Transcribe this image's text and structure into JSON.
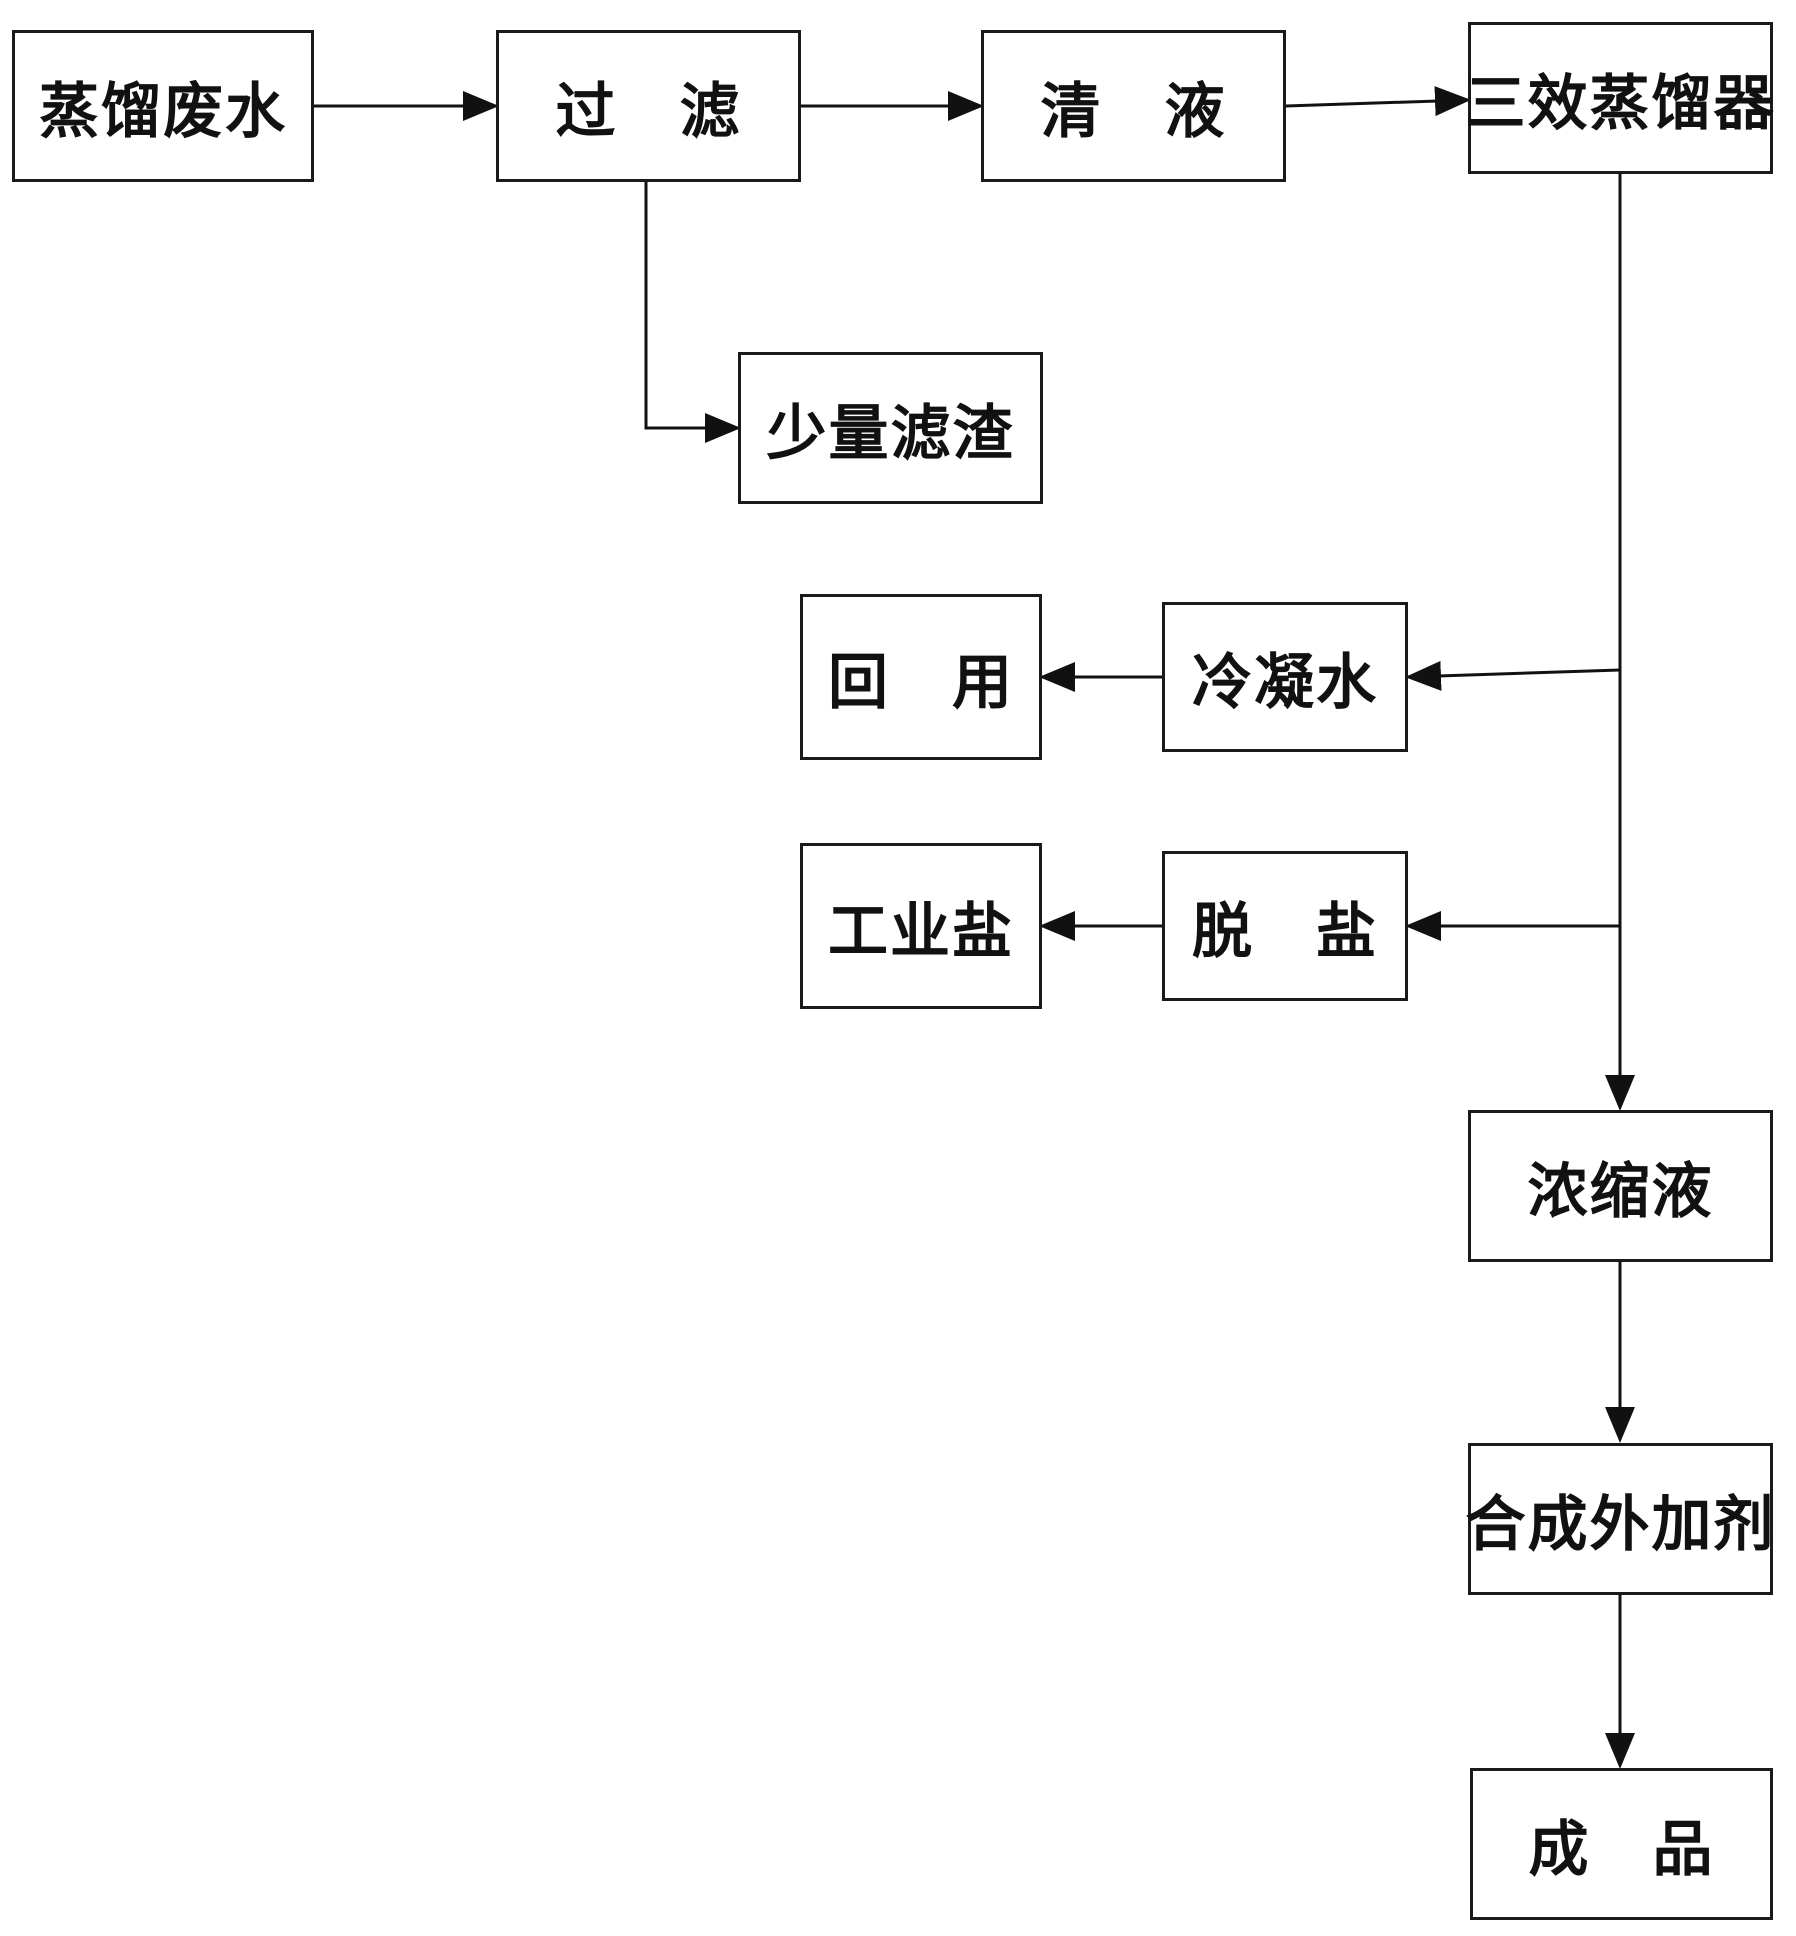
{
  "nodes": {
    "wastewater": "蒸馏废水",
    "filter": "过　滤",
    "clear_liquid": "清　液",
    "evaporator": "三效蒸馏器",
    "residue": "少量滤渣",
    "condensate": "冷凝水",
    "reuse": "回　用",
    "desalt": "脱　盐",
    "industrial_salt": "工业盐",
    "concentrate": "浓缩液",
    "admixture": "合成外加剂",
    "product": "成　品"
  },
  "edges": [
    [
      "wastewater",
      "filter"
    ],
    [
      "filter",
      "clear_liquid"
    ],
    [
      "clear_liquid",
      "evaporator"
    ],
    [
      "filter",
      "residue"
    ],
    [
      "evaporator",
      "condensate"
    ],
    [
      "condensate",
      "reuse"
    ],
    [
      "evaporator",
      "desalt"
    ],
    [
      "desalt",
      "industrial_salt"
    ],
    [
      "evaporator",
      "concentrate"
    ],
    [
      "concentrate",
      "admixture"
    ],
    [
      "admixture",
      "product"
    ]
  ]
}
